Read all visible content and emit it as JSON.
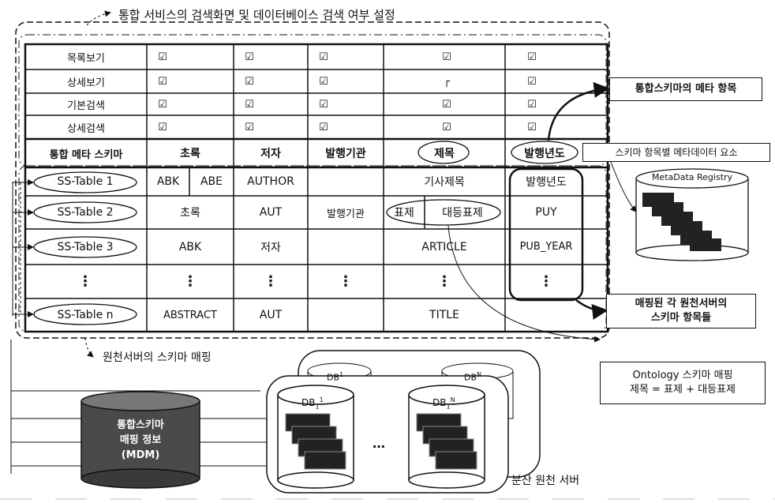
{
  "title": "통합 서비스의 검색화면 및 데이터베이스 검색 여부 설정",
  "settings_rows": [
    {
      "label": "목록보기",
      "checks": [
        "☑",
        "☑",
        "☑",
        "☑",
        "☑"
      ]
    },
    {
      "label": "상세보기",
      "checks": [
        "☑",
        "☑",
        "☑",
        "┌",
        "☑"
      ]
    },
    {
      "label": "기본검색",
      "checks": [
        "☑",
        "☑",
        "☑",
        "☑",
        "☑"
      ]
    },
    {
      "label": "상세검색",
      "checks": [
        "☑",
        "☑",
        "☑",
        "☑",
        "☑"
      ]
    }
  ],
  "header_row": [
    "통합 메타 스키마",
    "초록",
    "저자",
    "발행기관",
    "제목",
    "발행년도"
  ],
  "tables": [
    {
      "name": "SS-Table 1",
      "cells": [
        "ABK",
        "ABE",
        "AUTHOR",
        "",
        "기사제목",
        "발행년도"
      ]
    },
    {
      "name": "SS-Table 2",
      "cells": [
        "초록",
        "",
        "AUT",
        "발행기관",
        "표제",
        "대등표제",
        "PUY"
      ]
    },
    {
      "name": "SS-Table 3",
      "cells": [
        "ABK",
        "",
        "저자",
        "",
        "ARTICLE",
        "PUB_YEAR"
      ]
    },
    {
      "name": "⋮",
      "cells": [
        "⋮",
        "⋮",
        "⋮",
        "⋮",
        "⋮"
      ]
    },
    {
      "name": "SS-Table n",
      "cells": [
        "ABSTRACT",
        "AUT",
        "",
        "TITLE",
        ""
      ]
    }
  ],
  "callouts": {
    "meta_item": "통합스키마의 메타 항목",
    "schema_element": "스키마 항목별 메타데이터 요소",
    "registry": "MetaData Registry",
    "mapped_items_1": "매핑된 각 원천서버의",
    "mapped_items_2": "스키마 항목들",
    "ontology_1": "Ontology 스키마 매핑",
    "ontology_2": "제목 = 표제 + 대등표제",
    "source_mapping": "원천서버의 스키마 매핑",
    "mdm_1": "통합스키마",
    "mdm_2": "매핑 정보",
    "mdm_3": "(MDM)",
    "db_back_1": "DB",
    "db_back_1_sup": "1",
    "db_back_n": "DB",
    "db_back_n_sup": "N",
    "db_front_1": "DB",
    "db_front_1_sub": "1",
    "db_front_1_sup": "1",
    "db_front_n": "DB",
    "db_front_n_sub": "1",
    "db_front_n_sup": "N",
    "ellipsis": "…",
    "distributed": "분산 원천 서버"
  }
}
